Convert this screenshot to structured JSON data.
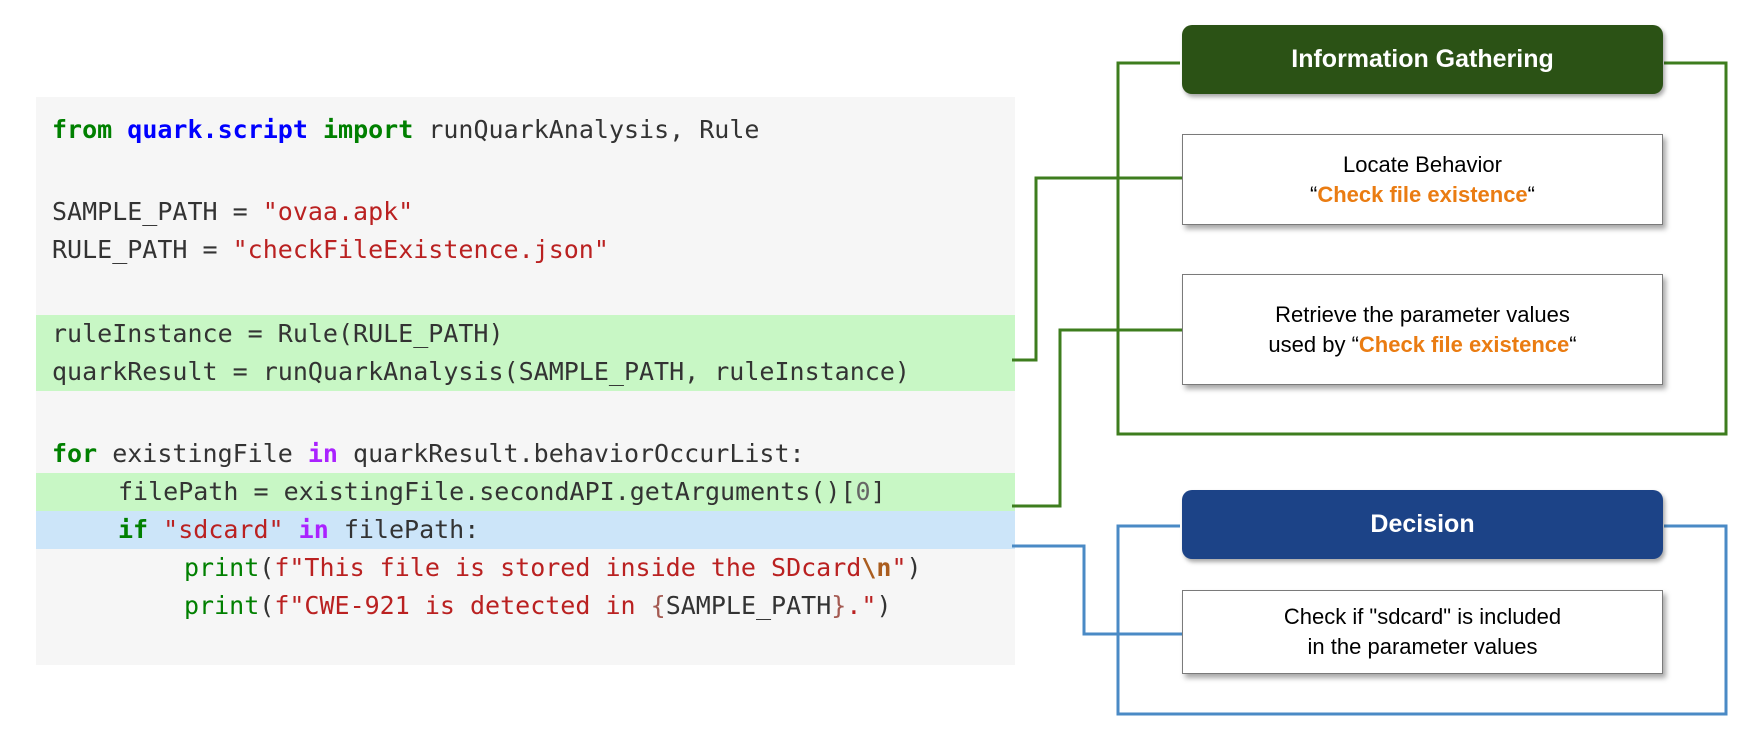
{
  "code": {
    "line1": {
      "kw_from": "from",
      "module": "quark.script",
      "kw_import": "import",
      "rest": " runQuarkAnalysis, Rule"
    },
    "line3": {
      "lhs": "SAMPLE_PATH = ",
      "str": "\"ovaa.apk\""
    },
    "line4": {
      "lhs": "RULE_PATH = ",
      "str": "\"checkFileExistence.json\""
    },
    "line6": {
      "text": "ruleInstance = Rule(RULE_PATH)"
    },
    "line7": {
      "text": "quarkResult = runQuarkAnalysis(SAMPLE_PATH, ruleInstance)"
    },
    "line9": {
      "kw_for": "for",
      "mid": " existingFile ",
      "kw_in": "in",
      "rest": " quarkResult.behaviorOccurList:"
    },
    "line10": {
      "text": "filePath = existingFile.secondAPI.getArguments()[",
      "num": "0",
      "close": "]"
    },
    "line11": {
      "kw_if": "if",
      "str": "\"sdcard\"",
      "kw_in": "in",
      "rest": " filePath:"
    },
    "line12": {
      "fn": "print",
      "open": "(",
      "str": "f\"This file is stored inside the SDcard",
      "esc": "\\n",
      "str_end": "\"",
      "close": ")"
    },
    "line13": {
      "fn": "print",
      "open": "(",
      "str": "f\"CWE-921 is detected in ",
      "brace_open": "{",
      "var": "SAMPLE_PATH",
      "brace_close": "}",
      "str_end": ".\"",
      "close": ")"
    }
  },
  "info_gathering": {
    "title": "Information Gathering",
    "color": "#2b5215",
    "step1": {
      "line1": "Locate Behavior",
      "quote_open": "“",
      "highlight": "Check file existence",
      "quote_close": "“"
    },
    "step2": {
      "line1": "Retrieve the parameter values",
      "prefix": "used by “",
      "highlight": "Check file existence",
      "quote_close": "“"
    }
  },
  "decision": {
    "title": "Decision",
    "color": "#1c4387",
    "step1": {
      "line1": "Check if \"sdcard\" is included",
      "line2": "in the parameter values"
    }
  },
  "colors": {
    "green_line": "#3e7d1e",
    "blue_line": "#4a8ac5",
    "highlight_orange": "#ea7c12"
  }
}
